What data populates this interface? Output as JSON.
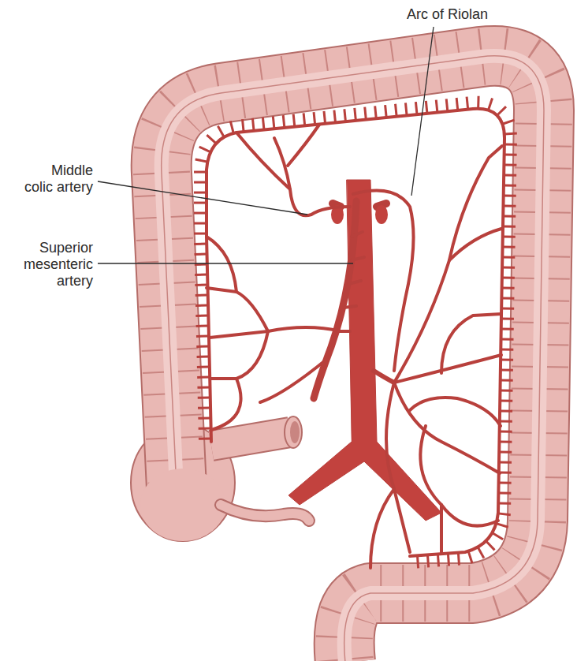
{
  "diagram": {
    "labels": [
      "Arc of Riolan",
      "Middle colic artery",
      "Superior mesenteric artery"
    ]
  }
}
